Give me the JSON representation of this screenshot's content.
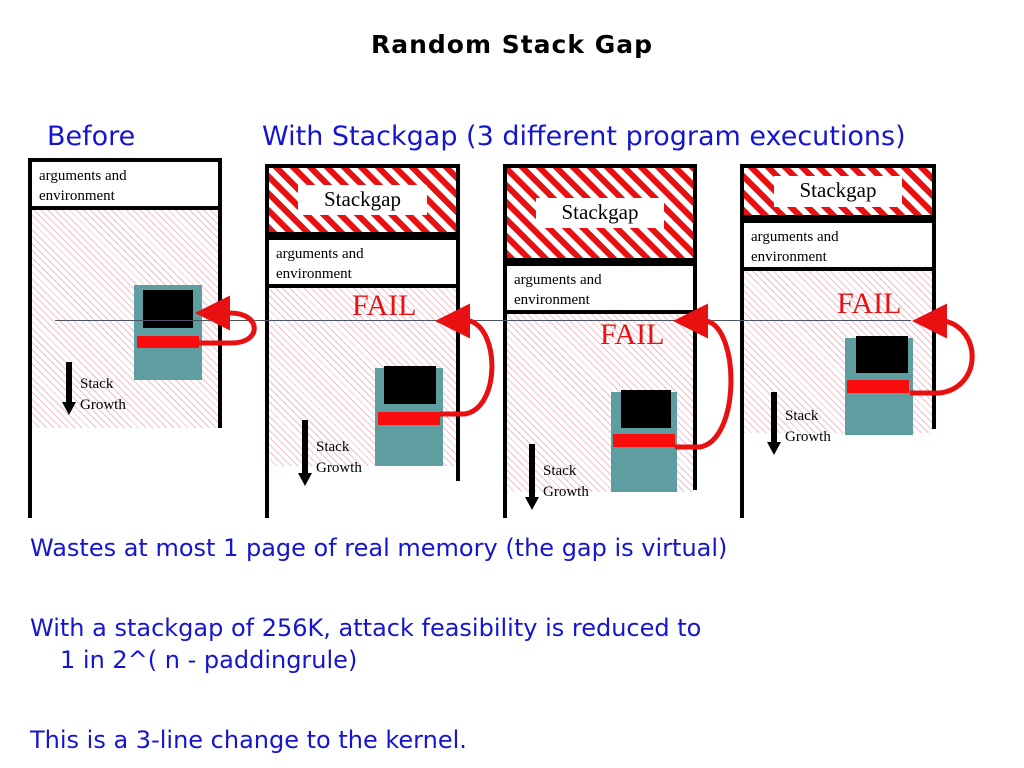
{
  "slide": {
    "title": "Random Stack Gap",
    "headings": {
      "before": "Before",
      "with_stackgap": "With Stackgap  (3 different program executions)"
    },
    "labels": {
      "arguments_and_environment": "arguments and\nenvironment",
      "stackgap": "Stackgap",
      "stack": "Stack",
      "growth": "Growth",
      "fail": "FAIL"
    },
    "columns": [
      {
        "name": "before",
        "has_stackgap": false,
        "has_fail": false,
        "arg_label": "arguments and\nenvironment",
        "stack_label_line1": "Stack",
        "stack_label_line2": "Growth"
      },
      {
        "name": "execution-1",
        "has_stackgap": true,
        "stackgap_label": "Stackgap",
        "has_fail": true,
        "fail_label": "FAIL",
        "arg_label": "arguments and\nenvironment",
        "stack_label_line1": "Stack",
        "stack_label_line2": "Growth"
      },
      {
        "name": "execution-2",
        "has_stackgap": true,
        "stackgap_label": "Stackgap",
        "has_fail": true,
        "fail_label": "FAIL",
        "arg_label": "arguments and\nenvironment",
        "stack_label_line1": "Stack",
        "stack_label_line2": "Growth"
      },
      {
        "name": "execution-3",
        "has_stackgap": true,
        "stackgap_label": "Stackgap",
        "has_fail": true,
        "fail_label": "FAIL",
        "arg_label": "arguments and\nenvironment",
        "stack_label_line1": "Stack",
        "stack_label_line2": "Growth"
      }
    ],
    "bullets": {
      "line1": "Wastes at most 1 page of real memory (the gap is virtual)",
      "line2a": "With a stackgap of 256K, attack feasibility is reduced to",
      "line2b": "1 in 2^( n - paddingrule)",
      "line3": "This is a 3-line change to the kernel."
    },
    "colors": {
      "title_text": "#000000",
      "heading_blue": "#1515cf",
      "fail_red": "#e81010",
      "arrow_red": "#e81010",
      "stack_block_teal": "#5f9ea0",
      "stack_pointer_red": "#fb0d0d",
      "memory_hatch_pink": "#e28ca0",
      "stackgap_hatch_red": "#e81010",
      "border_black": "#000000",
      "reference_line": "#4b5566"
    }
  }
}
